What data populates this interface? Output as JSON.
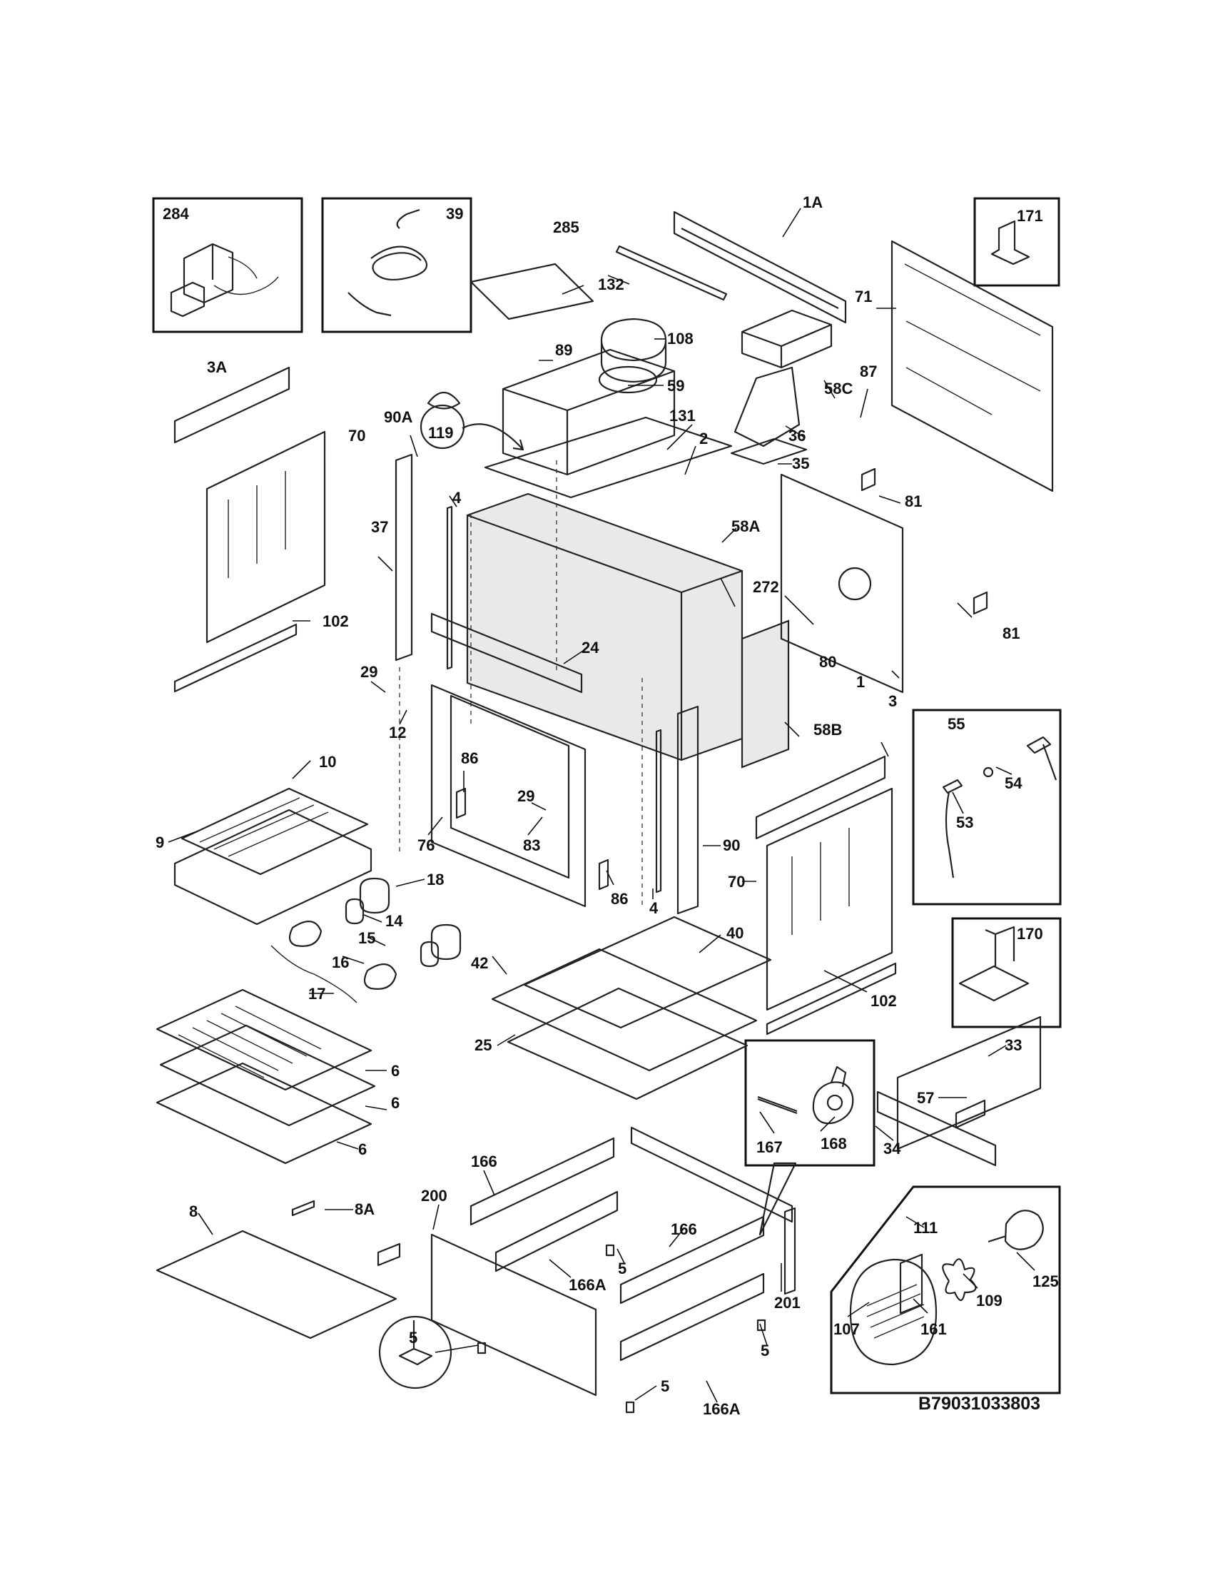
{
  "diagram_code": "B79031033803",
  "labels": {
    "p284": "284",
    "p39": "39",
    "p285": "285",
    "p1A": "1A",
    "p171": "171",
    "p132": "132",
    "p71": "71",
    "p108": "108",
    "p89": "89",
    "p3A": "3A",
    "p59": "59",
    "p58C": "58C",
    "p87": "87",
    "p90A": "90A",
    "p131": "131",
    "p119": "119",
    "p36": "36",
    "p70a": "70",
    "p2": "2",
    "p35": "35",
    "p81a": "81",
    "p4a": "4",
    "p58A": "58A",
    "p37": "37",
    "p272": "272",
    "p81b": "81",
    "p102a": "102",
    "p24": "24",
    "p80": "80",
    "p1": "1",
    "p29a": "29",
    "p12": "12",
    "p3": "3",
    "p55": "55",
    "p58B": "58B",
    "p54": "54",
    "p10": "10",
    "p86a": "86",
    "p29b": "29",
    "p53": "53",
    "p9": "9",
    "p76": "76",
    "p83": "83",
    "p90": "90",
    "p18": "18",
    "p86b": "86",
    "p70b": "70",
    "p14": "14",
    "p4b": "4",
    "p15": "15",
    "p40": "40",
    "p170": "170",
    "p16": "16",
    "p42": "42",
    "p17": "17",
    "p102b": "102",
    "p25": "25",
    "p33": "33",
    "p6a": "6",
    "p57": "57",
    "p6b": "6",
    "p34": "34",
    "p167": "167",
    "p168": "168",
    "p6c": "6",
    "p166a": "166",
    "p200": "200",
    "p111": "111",
    "p8": "8",
    "p8A": "8A",
    "p166b": "166",
    "p5a": "5",
    "p166A_a": "166A",
    "p125": "125",
    "p109": "109",
    "p201": "201",
    "p5b": "5",
    "p5c": "5",
    "p161": "161",
    "p107": "107",
    "p5d": "5",
    "p166A_b": "166A"
  }
}
